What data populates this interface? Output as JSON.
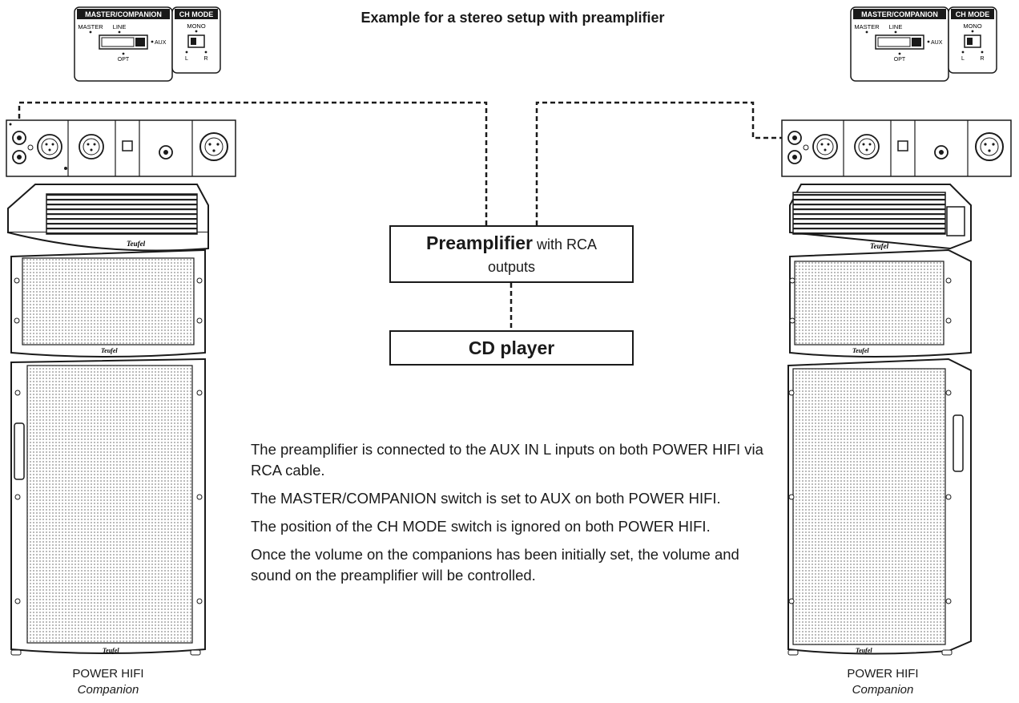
{
  "heading": "Example for a stereo setup with preamplifier",
  "left_panel": {
    "master_title": "MASTER/COMPANION",
    "master_label": "MASTER",
    "line_label": "LINE",
    "aux_label": "AUX",
    "opt_label": "OPT",
    "ch_mode_title": "CH MODE",
    "mono_label": "MONO",
    "l_label": "L",
    "r_label": "R"
  },
  "right_panel": {
    "master_title": "MASTER/COMPANION",
    "master_label": "MASTER",
    "line_label": "LINE",
    "aux_label": "AUX",
    "opt_label": "OPT",
    "ch_mode_title": "CH MODE",
    "mono_label": "MONO",
    "l_label": "L",
    "r_label": "R"
  },
  "preamplifier": {
    "name": "Preamplifier",
    "suffix": "with RCA",
    "line2": "outputs"
  },
  "cd_player": "CD player",
  "brand": "Teufel",
  "description": [
    "The preamplifier is connected to the AUX IN L inputs on both POWER HIFI via RCA cable.",
    "The MASTER/COMPANION switch is set to AUX on both POWER HIFI.",
    "The position of the CH MODE switch is ignored on both POWER HIFI.",
    "Once the volume on the companions has been initially set, the volume and sound on the preamplifier will be controlled."
  ],
  "left_speaker": {
    "model": "POWER HIFI",
    "variant": "Companion"
  },
  "right_speaker": {
    "model": "POWER HIFI",
    "variant": "Companion"
  }
}
